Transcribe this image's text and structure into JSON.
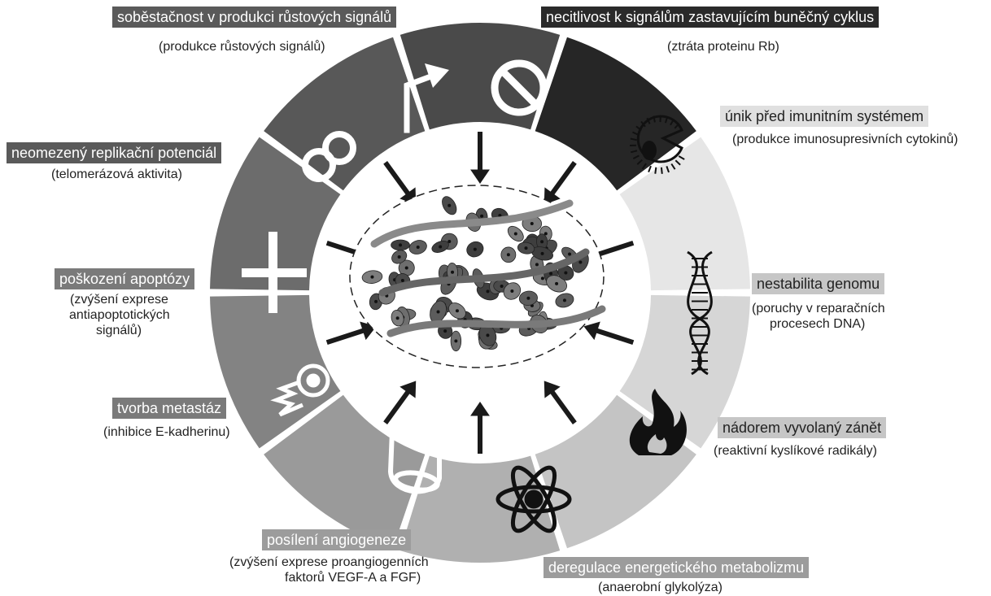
{
  "hallmarks": [
    {
      "id": "growth",
      "title": "soběstačnost v produkci růstových signálů",
      "detail": "(produkce růstových signálů)",
      "icon": "bent-arrow-icon",
      "shade": "#4a4a4a"
    },
    {
      "id": "suppressors",
      "title": "necitlivost k signálům zastavujícím buněčný cyklus",
      "detail": "(ztráta proteinu Rb)",
      "icon": "prohibition-icon",
      "shade": "#262626"
    },
    {
      "id": "immune",
      "title": "únik před imunitním systémem",
      "detail": "(produkce imunosupresivních cytokinů)",
      "icon": "pacman-cell-icon",
      "shade": "#e6e6e6"
    },
    {
      "id": "genome",
      "title": "nestabilita genomu",
      "detail": "(poruchy v reparačních procesech DNA)",
      "icon": "dna-helix-icon",
      "shade": "#d6d6d6"
    },
    {
      "id": "inflammation",
      "title": "nádorem vyvolaný zánět",
      "detail": "(reaktivní kyslíkové radikály)",
      "icon": "flame-icon",
      "shade": "#c4c4c4"
    },
    {
      "id": "metabolism",
      "title": "deregulace energetického metabolizmu",
      "detail": "(anaerobní glykolýza)",
      "icon": "atom-icon",
      "shade": "#b0b0b0"
    },
    {
      "id": "angiogenesis",
      "title": "posílení angiogeneze",
      "detail": "(zvýšení exprese proangiogenních faktorů VEGF-A a FGF)",
      "icon": "vessel-tube-icon",
      "shade": "#9a9a9a"
    },
    {
      "id": "metastasis",
      "title": "tvorba metastáz",
      "detail": "(inhibice E-kadherinu)",
      "icon": "comet-cell-icon",
      "shade": "#838383"
    },
    {
      "id": "apoptosis",
      "title": "poškození apoptózy",
      "detail": "(zvýšení exprese antiapoptotických signálů)",
      "icon": "cross-icon",
      "shade": "#6c6c6c"
    },
    {
      "id": "replication",
      "title": "neomezený replikační potenciál",
      "detail": "(telomerázová aktivita)",
      "icon": "infinity-icon",
      "shade": "#585858"
    }
  ],
  "labels": {
    "growth": {
      "title": "soběstačnost v produkci růstových signálů",
      "detail": "(produkce růstových signálů)"
    },
    "suppressors": {
      "title": "necitlivost k signálům zastavujícím buněčný cyklus",
      "detail": "(ztráta proteinu Rb)"
    },
    "immune": {
      "title": "únik před imunitním systémem",
      "detail": "(produkce imunosupresivních cytokinů)"
    },
    "genome": {
      "title": "nestabilita genomu",
      "detail1": "(poruchy v reparačních",
      "detail2": "procesech DNA)"
    },
    "inflammation": {
      "title": "nádorem vyvolaný zánět",
      "detail": "(reaktivní kyslíkové radikály)"
    },
    "metabolism": {
      "title": "deregulace energetického metabolizmu",
      "detail": "(anaerobní glykolýza)"
    },
    "angiogenesis": {
      "title": "posílení angiogeneze",
      "detail1": "(zvýšení exprese proangiogenních",
      "detail2": "faktorů VEGF-A a FGF)"
    },
    "metastasis": {
      "title": "tvorba metastáz",
      "detail": "(inhibice E-kadherinu)"
    },
    "apoptosis": {
      "title": "poškození apoptózy",
      "detail1": "(zvýšení exprese",
      "detail2": "antiapoptotických",
      "detail3": "signálů)"
    },
    "replication": {
      "title": "neomezený replikační potenciál",
      "detail": "(telomerázová aktivita)"
    }
  },
  "center": {
    "icon": "tumor-tissue-icon"
  }
}
